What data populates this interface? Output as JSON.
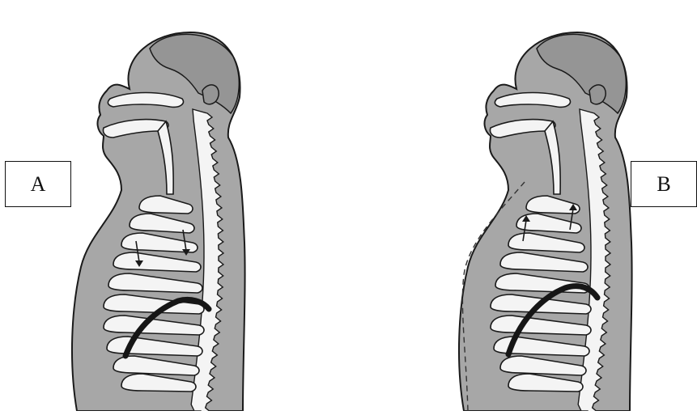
{
  "figure": {
    "panels": [
      {
        "label": "A",
        "arrow_direction": "down",
        "outline_dashed": false
      },
      {
        "label": "B",
        "arrow_direction": "up",
        "outline_dashed": true
      }
    ],
    "colors": {
      "tissue": "#a7a7a7",
      "hair": "#959595",
      "bone": "#f4f4f4",
      "outline": "#1a1a1a",
      "diaphragm": "#161616"
    }
  }
}
